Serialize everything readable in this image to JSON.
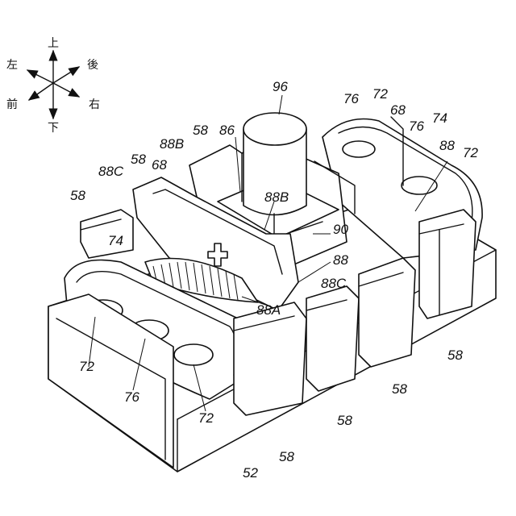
{
  "compass": {
    "up": "上",
    "down": "下",
    "left": "左",
    "right": "右",
    "front": "前",
    "rear": "後"
  },
  "refs": {
    "r96": "96",
    "r76a": "76",
    "r72a": "72",
    "r68a": "68",
    "r76b": "76",
    "r74a": "74",
    "r58a": "58",
    "r86": "86",
    "r88b1": "88B",
    "r88": "88",
    "r72b": "72",
    "r58b": "58",
    "r88c1": "88C",
    "r68b": "68",
    "r88b2": "88B",
    "r58c": "58",
    "r90": "90",
    "r74b": "74",
    "r88m": "88",
    "r88c2": "88C",
    "r88a": "88A",
    "r72c": "72",
    "r76c": "76",
    "r72d": "72",
    "r58d": "58",
    "r58e": "58",
    "r58f": "58",
    "r58g": "58",
    "r52": "52"
  }
}
